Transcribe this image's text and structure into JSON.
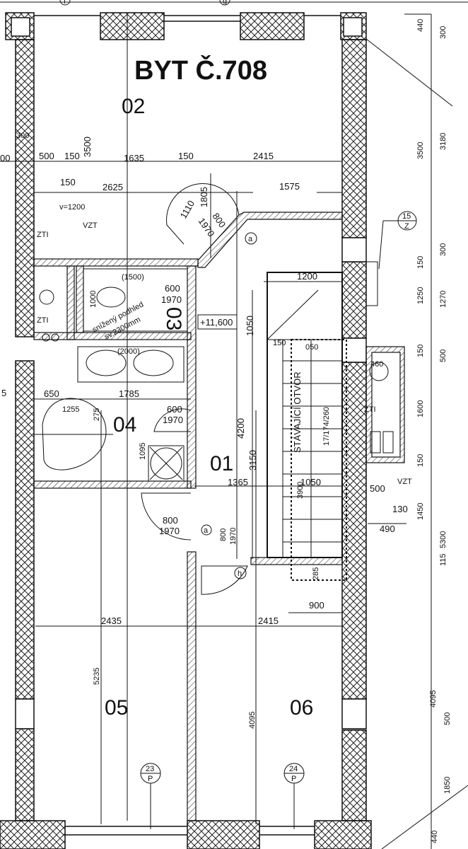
{
  "title": "BYT Č.708",
  "rooms": {
    "r01": "01",
    "r02": "02",
    "r03": "03",
    "r04": "04",
    "r05": "05",
    "r06": "06"
  },
  "grid_markers": [
    "f",
    "g"
  ],
  "level": "+11,600",
  "stair_label": "STÁVAJÍCÍ OTVOR",
  "stair_spec": "17/174/260",
  "stair_width": "3900",
  "ceiling_note": "snížený podhled",
  "ceiling_note2": "sv.2300mm",
  "labels": {
    "zti1": "ZTI",
    "zti2": "ZTI",
    "zti3": "ZTI",
    "vzt1": "VZT",
    "vzt2": "VZT",
    "v1200": "v=1200",
    "circ_a1": "a",
    "circ_a2": "a",
    "circ_h": "h"
  },
  "callouts": {
    "c15": {
      "top": "15",
      "bottom": "Z"
    },
    "c23": {
      "top": "23",
      "bottom": "P"
    },
    "c24": {
      "top": "24",
      "bottom": "P"
    }
  },
  "dimensions": {
    "d500": "500",
    "d150a": "150",
    "d3500": "3500",
    "d1635": "1635",
    "d150b": "150",
    "d2415": "2415",
    "d150c": "150",
    "d2625": "2625",
    "d1805": "1805",
    "d1110": "1110",
    "d800a": "800",
    "d1970a": "1970",
    "d1575": "1575",
    "d1500": "(1500)",
    "d1000": "1000",
    "d600a": "600",
    "d1970b": "1970",
    "d1200": "1200",
    "d1050a": "1050",
    "d150d": "150",
    "d050": "050",
    "d2000": "(2000)",
    "d650": "650",
    "d1785": "1785",
    "d1255": "1255",
    "d275": "275",
    "d600b": "600",
    "d1970c": "1970",
    "d1095": "1095",
    "d4200": "4200",
    "d3150": "3150",
    "d3900": "3900",
    "d1365": "1365",
    "d1050b": "1050",
    "d800b": "800",
    "d1970d": "1970",
    "d800c": "800",
    "d1970e": "1970",
    "d285": "285",
    "d900": "900",
    "d2435": "2435",
    "d2415b": "2415",
    "d5235": "5235",
    "d4095a": "4095",
    "d460": "460",
    "d500b": "500",
    "d130": "130",
    "d490": "490",
    "r440": "440",
    "r300a": "300",
    "r3500": "3500",
    "r3180": "3180",
    "r150a": "150",
    "r300b": "300",
    "r1250": "1250",
    "r1270": "1270",
    "r150b": "150",
    "r500a": "500",
    "r1600": "1600",
    "r150c": "150",
    "r1450": "1450",
    "r5300": "5300",
    "r115": "115",
    "r4095": "4095",
    "r500b": "500",
    "r1850": "1850",
    "r440b": "440",
    "l300": "300",
    "l00": "00",
    "l5": "5"
  }
}
